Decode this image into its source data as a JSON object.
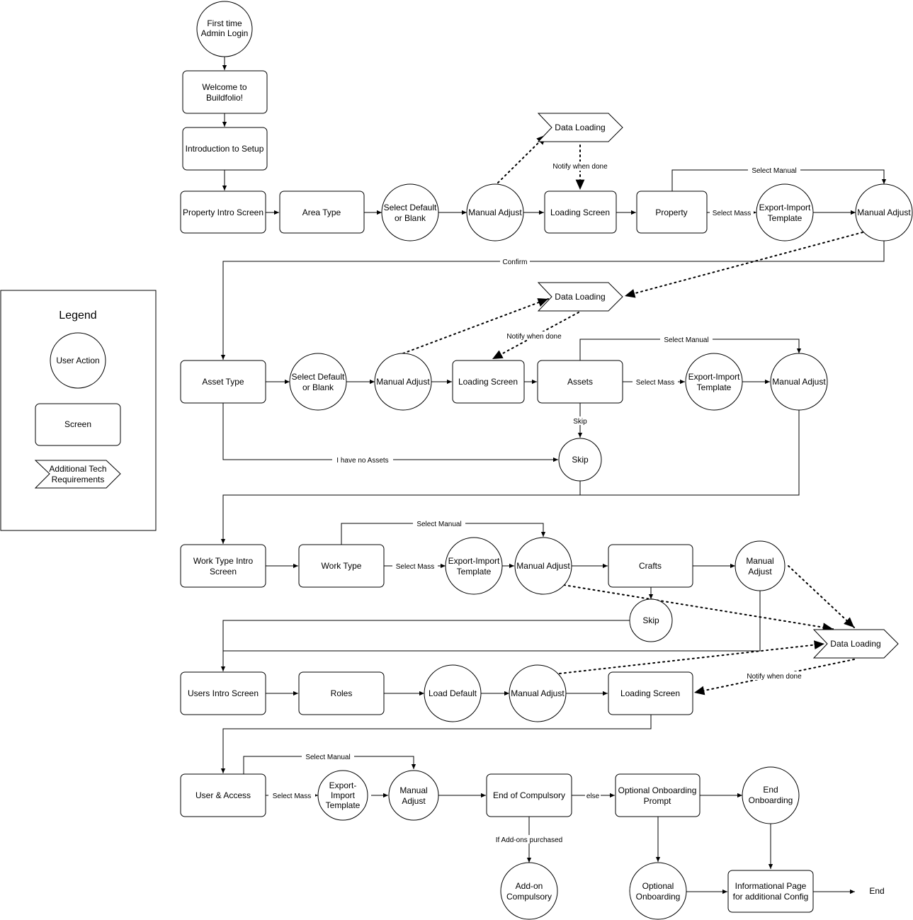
{
  "legend": {
    "title": "Legend",
    "user_action": "User Action",
    "screen": "Screen",
    "tech": [
      "Additional Tech",
      "Requirements"
    ]
  },
  "nodes": {
    "first_login": [
      "First time",
      "Admin Login"
    ],
    "welcome": [
      "Welcome to",
      "Buildfolio!"
    ],
    "intro_setup": [
      "Introduction to Setup"
    ],
    "property_intro": [
      "Property Intro Screen"
    ],
    "area_type": [
      "Area Type"
    ],
    "select_default_1": [
      "Select Default",
      "or Blank"
    ],
    "manual_adjust_1": [
      "Manual Adjust"
    ],
    "data_loading_1": [
      "Data Loading"
    ],
    "loading_screen_1": [
      "Loading Screen"
    ],
    "property": [
      "Property"
    ],
    "export_import_1": [
      "Export-Import",
      "Template"
    ],
    "manual_adjust_2": [
      "Manual Adjust"
    ],
    "data_loading_2": [
      "Data Loading"
    ],
    "asset_type": [
      "Asset Type"
    ],
    "select_default_2": [
      "Select Default",
      "or Blank"
    ],
    "manual_adjust_3": [
      "Manual Adjust"
    ],
    "loading_screen_2": [
      "Loading Screen"
    ],
    "assets": [
      "Assets"
    ],
    "export_import_2": [
      "Export-Import",
      "Template"
    ],
    "manual_adjust_4": [
      "Manual Adjust"
    ],
    "skip_1": [
      "Skip"
    ],
    "work_type_intro": [
      "Work Type Intro",
      "Screen"
    ],
    "work_type": [
      "Work Type"
    ],
    "export_import_3": [
      "Export-Import",
      "Template"
    ],
    "manual_adjust_5": [
      "Manual Adjust"
    ],
    "crafts": [
      "Crafts"
    ],
    "manual_adjust_6": [
      "Manual",
      "Adjust"
    ],
    "skip_2": [
      "Skip"
    ],
    "data_loading_3": [
      "Data Loading"
    ],
    "users_intro": [
      "Users Intro Screen"
    ],
    "roles": [
      "Roles"
    ],
    "load_default": [
      "Load Default"
    ],
    "manual_adjust_7": [
      "Manual Adjust"
    ],
    "loading_screen_3": [
      "Loading Screen"
    ],
    "user_access": [
      "User & Access"
    ],
    "export_import_4": [
      "Export-",
      "Import",
      "Template"
    ],
    "manual_adjust_8": [
      "Manual",
      "Adjust"
    ],
    "end_compulsory": [
      "End of Compulsory"
    ],
    "optional_prompt": [
      "Optional Onboarding",
      "Prompt"
    ],
    "end_onboarding": [
      "End",
      "Onboarding"
    ],
    "addon_compulsory": [
      "Add-on",
      "Compulsory"
    ],
    "optional_onboarding": [
      "Optional",
      "Onboarding"
    ],
    "info_page": [
      "Informational Page",
      "for additional Config"
    ],
    "end": [
      "End"
    ]
  },
  "edge_labels": {
    "notify_1": "Notify when done",
    "select_manual_1": "Select Manual",
    "select_mass_1": "Select Mass",
    "confirm": "Confirm",
    "notify_2": "Notify when done",
    "select_manual_2": "Select Manual",
    "select_mass_2": "Select Mass",
    "skip": "Skip",
    "no_assets": "I have no Assets",
    "select_manual_3": "Select Manual",
    "select_mass_3": "Select Mass",
    "notify_3": "Notify when done",
    "select_manual_4": "Select Manual",
    "select_mass_4": "Select Mass",
    "else": "else",
    "addons": "If Add-ons purchased"
  }
}
